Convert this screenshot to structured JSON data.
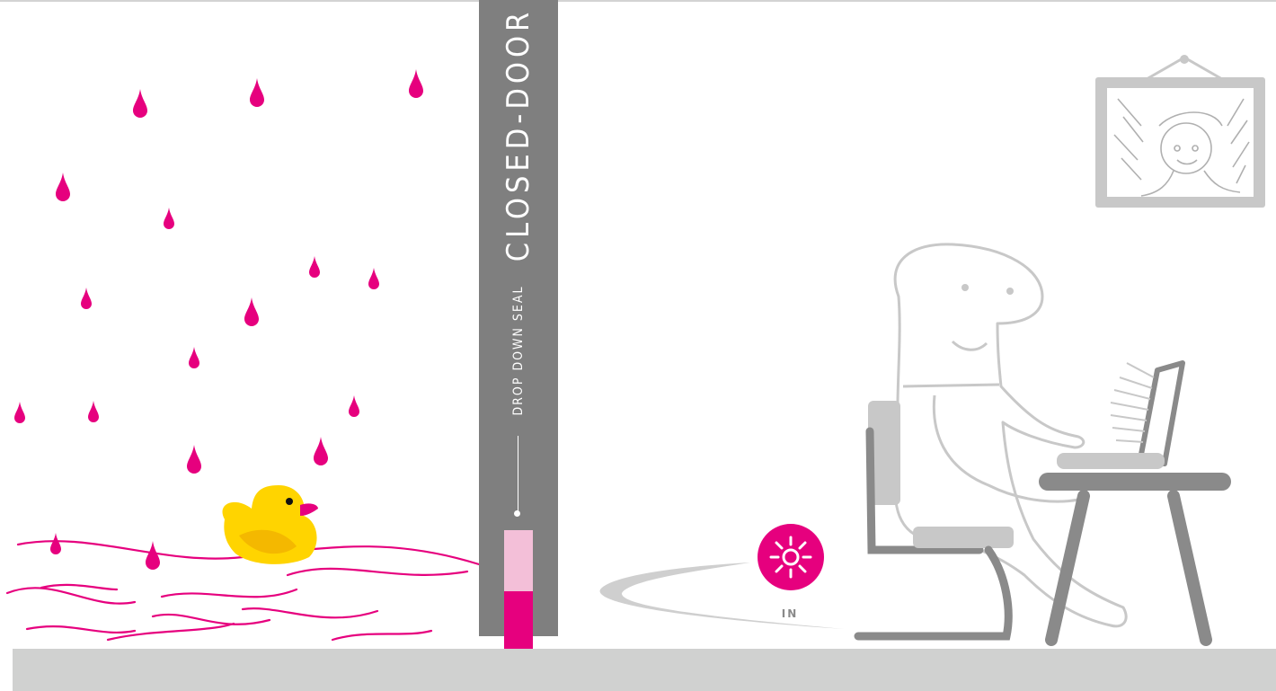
{
  "door": {
    "title": "CLOSED-DOOR",
    "seal_label": "DROP DOWN SEAL"
  },
  "badge": {
    "label": "IN"
  },
  "colors": {
    "accent": "#e6007e",
    "accent_light": "#f3bfd8",
    "door": "#7f7f7f",
    "floor": "#d0d1d0",
    "illustration_gray": "#c8c8c8",
    "dark_gray": "#8a8a8a",
    "duck_yellow": "#ffd400"
  },
  "icons": {
    "badge": "sun-icon",
    "duck": "rubber-duck-icon",
    "frame": "picture-frame-icon"
  }
}
